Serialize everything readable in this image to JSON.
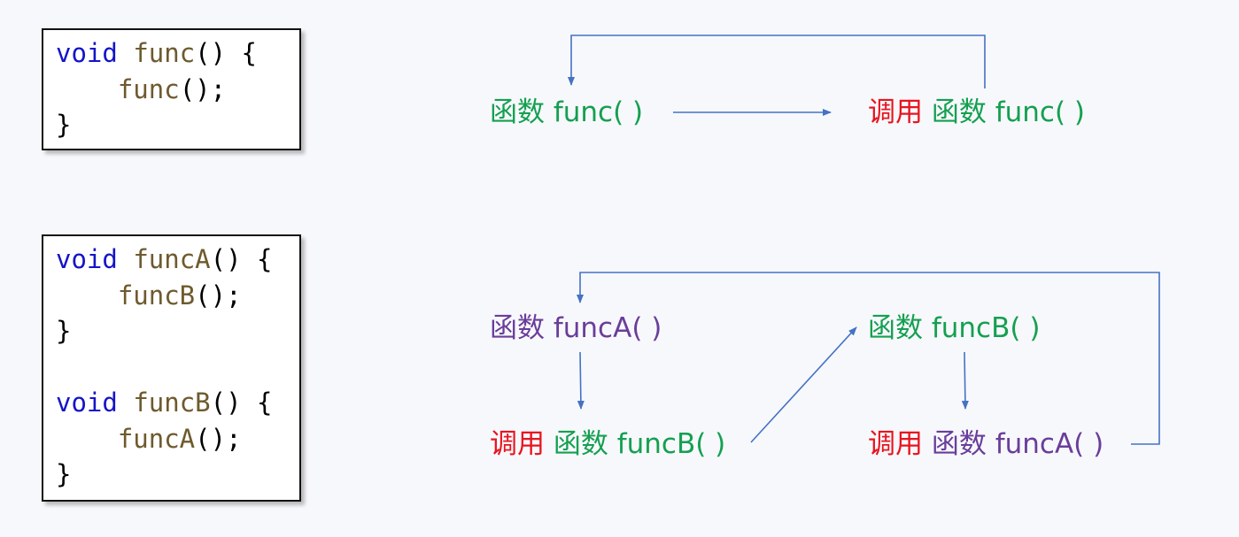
{
  "code_blocks": [
    {
      "lines": [
        [
          {
            "t": "void",
            "c": "kw"
          },
          {
            "t": " ",
            "c": "pn"
          },
          {
            "t": "func",
            "c": "fn"
          },
          {
            "t": "() {",
            "c": "pn"
          }
        ],
        [
          {
            "t": "    ",
            "c": "pn"
          },
          {
            "t": "func",
            "c": "fn"
          },
          {
            "t": "();",
            "c": "pn"
          }
        ],
        [
          {
            "t": "}",
            "c": "pn"
          }
        ]
      ]
    },
    {
      "lines": [
        [
          {
            "t": "void",
            "c": "kw"
          },
          {
            "t": " ",
            "c": "pn"
          },
          {
            "t": "funcA",
            "c": "fn"
          },
          {
            "t": "() {",
            "c": "pn"
          }
        ],
        [
          {
            "t": "    ",
            "c": "pn"
          },
          {
            "t": "funcB",
            "c": "fn"
          },
          {
            "t": "();",
            "c": "pn"
          }
        ],
        [
          {
            "t": "}",
            "c": "pn"
          }
        ],
        [
          {
            "t": "",
            "c": "pn"
          }
        ],
        [
          {
            "t": "void",
            "c": "kw"
          },
          {
            "t": " ",
            "c": "pn"
          },
          {
            "t": "funcB",
            "c": "fn"
          },
          {
            "t": "() {",
            "c": "pn"
          }
        ],
        [
          {
            "t": "    ",
            "c": "pn"
          },
          {
            "t": "funcA",
            "c": "fn"
          },
          {
            "t": "();",
            "c": "pn"
          }
        ],
        [
          {
            "t": "}",
            "c": "pn"
          }
        ]
      ]
    }
  ],
  "diagram1": {
    "func_label": "函数 func( )",
    "call_word": "调用",
    "call_func_label": "函数 func( )"
  },
  "diagram2": {
    "funcA_label": "函数 funcA( )",
    "funcB_label": "函数 funcB( )",
    "call_word_1": "调用",
    "call_funcB_label": "函数 funcB( )",
    "call_word_2": "调用",
    "call_funcA_label": "函数 funcA( )"
  },
  "colors": {
    "green": "#14a050",
    "red": "#e8141e",
    "purple": "#6a3d9a",
    "arrow": "#4472c4",
    "keyword": "#1414c8",
    "function_name": "#6e5a2d"
  }
}
